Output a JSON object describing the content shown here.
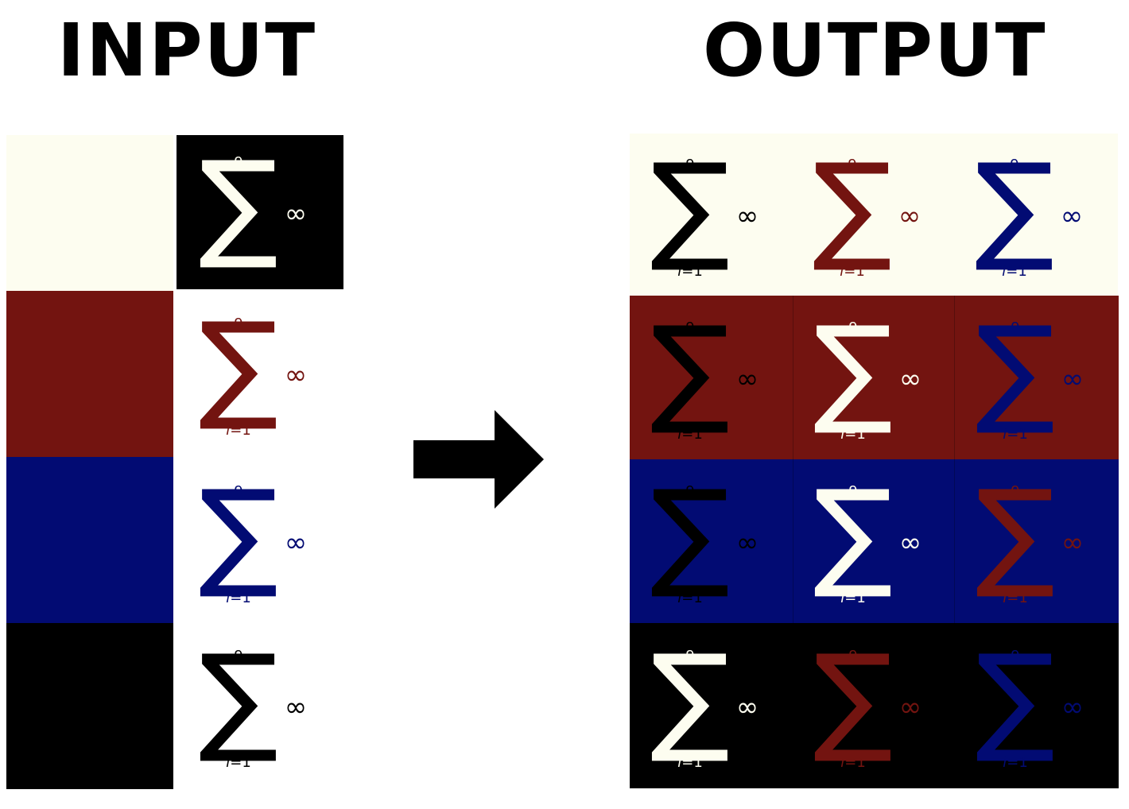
{
  "headings": {
    "input": "INPUT",
    "output": "OUTPUT"
  },
  "symbol": {
    "upper": "9",
    "operator": "∑",
    "term": "∞",
    "index_var": "i",
    "index_eq": "=1"
  },
  "colors": {
    "cream": "#fdfdf0",
    "maroon": "#731410",
    "navy": "#020b73",
    "black": "#000000",
    "white": "#ffffff"
  },
  "input": {
    "swatches": [
      "cream",
      "maroon",
      "navy",
      "black"
    ],
    "glyph_rows": [
      {
        "bg": "black",
        "color": "cream",
        "show_index": false
      },
      {
        "bg": "white",
        "color": "maroon",
        "show_index": true
      },
      {
        "bg": "white",
        "color": "navy",
        "show_index": true
      },
      {
        "bg": "white",
        "color": "black",
        "show_index": true
      }
    ]
  },
  "output": {
    "rows": [
      {
        "bg": "cream",
        "cells": [
          "black",
          "maroon",
          "navy"
        ]
      },
      {
        "bg": "maroon",
        "cells": [
          "black",
          "cream",
          "navy"
        ]
      },
      {
        "bg": "navy",
        "cells": [
          "black",
          "cream",
          "maroon"
        ]
      },
      {
        "bg": "black",
        "cells": [
          "cream",
          "maroon",
          "navy"
        ]
      }
    ]
  }
}
